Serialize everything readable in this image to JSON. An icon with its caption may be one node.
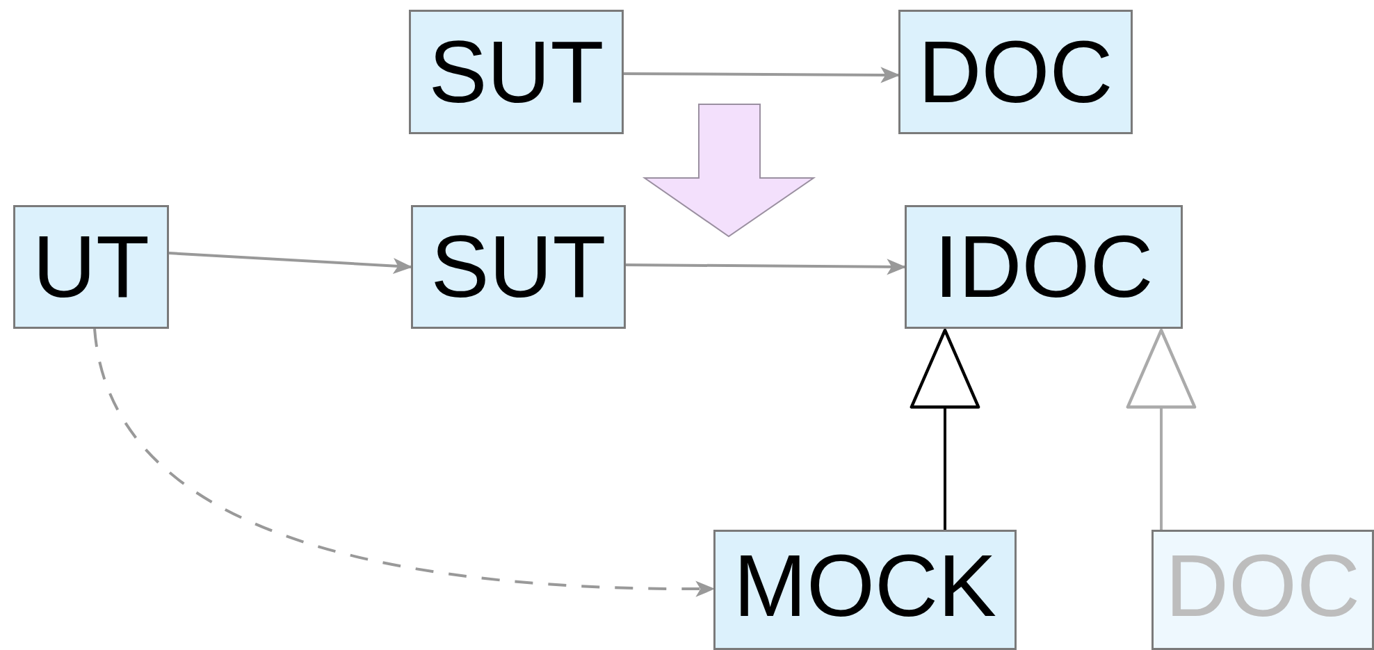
{
  "diagram": {
    "nodes": [
      {
        "text": [
          "SUT"
        ]
      },
      {
        "text": [
          "DOC"
        ]
      },
      {
        "text": [
          "UT"
        ]
      },
      {
        "text": [
          "SUT"
        ]
      },
      {
        "text": [
          "IDOC"
        ]
      },
      {
        "text": [
          "MOCK"
        ]
      },
      {
        "text": [
          "DOC"
        ]
      }
    ],
    "edges": [
      {
        "from": 0,
        "to": 1,
        "arrow": "to"
      },
      {
        "from": 2,
        "to": 3,
        "arrow": "to"
      },
      {
        "from": 3,
        "to": 4,
        "arrow": "to"
      },
      {
        "from": 2,
        "to": 5,
        "arrow": "to",
        "style": "dashed"
      },
      {
        "from": 5,
        "to": 4,
        "arrow": "to",
        "color": "#000000"
      },
      {
        "from": 6,
        "to": 4,
        "arrow": "to",
        "color": "#aaaaaa"
      }
    ]
  }
}
